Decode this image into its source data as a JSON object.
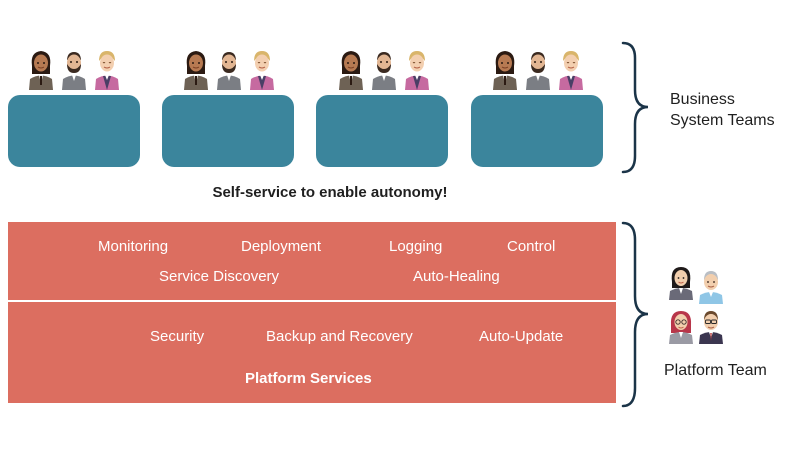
{
  "business": {
    "label_line1": "Business",
    "label_line2": "System Teams",
    "teams_count": 4
  },
  "tagline": "Self-service to enable autonomy!",
  "platform": {
    "top_row1": [
      "Monitoring",
      "Deployment",
      "Logging",
      "Control"
    ],
    "top_row2": [
      "Service Discovery",
      "Auto-Healing"
    ],
    "bottom_row": [
      "Security",
      "Backup and Recovery",
      "Auto-Update"
    ],
    "title": "Platform Services",
    "team_label": "Platform Team"
  },
  "colors": {
    "team_box": "#3b859c",
    "platform": "#dc6e60",
    "brace": "#1b3448",
    "text_dark": "#1f1f1f"
  },
  "icons": {
    "business_group": "three-people-icon",
    "platform_group": "four-people-icon",
    "brace": "curly-brace-icon"
  }
}
